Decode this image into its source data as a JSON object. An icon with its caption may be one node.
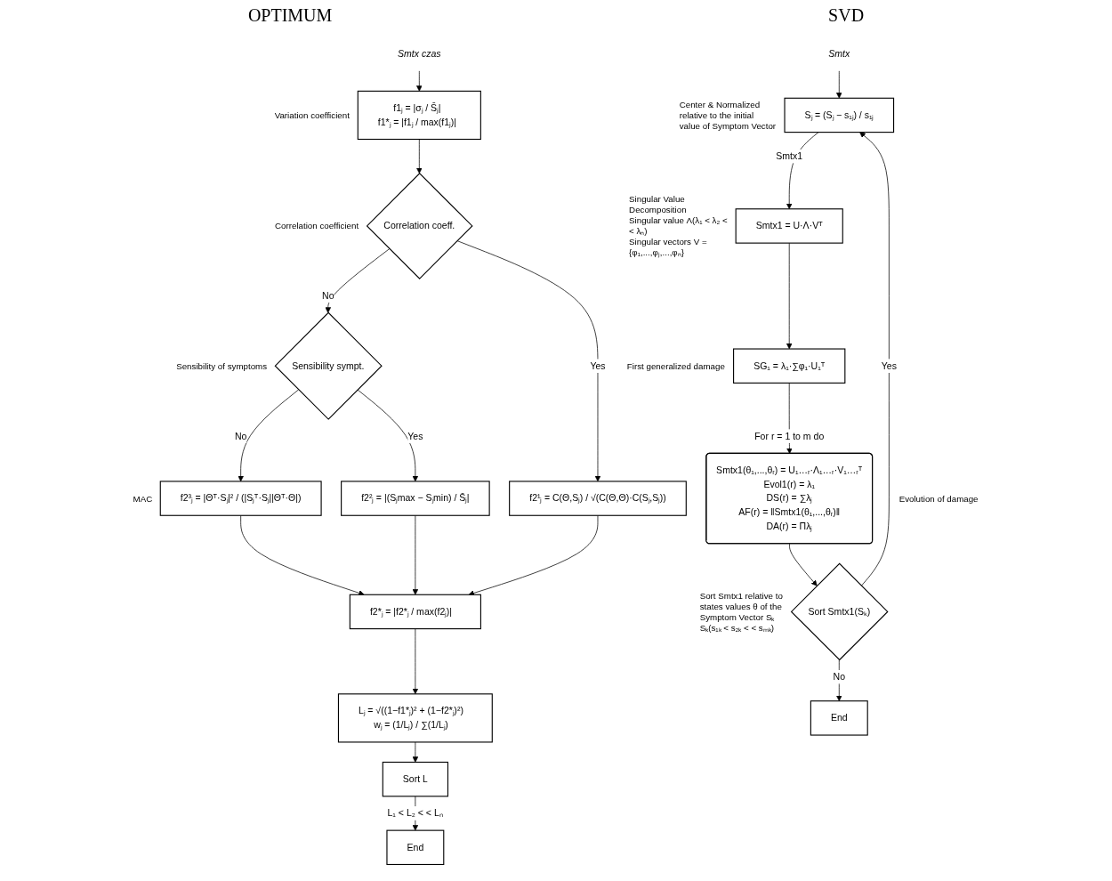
{
  "diagram": {
    "nodes": [
      {
        "text": [
          "Smtx czas"
        ]
      },
      {
        "text": [
          "f1ⱼ = |σⱼ / S̄ⱼ|",
          "f1*ⱼ = |f1ⱼ / max(f1ⱼ)|"
        ],
        "beside": [
          "Variation coefficient"
        ]
      },
      {
        "text": [
          "Correlation coeff."
        ],
        "beside": [
          "Correlation coefficient"
        ]
      },
      {
        "text": [
          "f2¹ⱼ = C(Θ,Sⱼ) / √(C(Θ,Θ)·C(Sⱼ,Sⱼ))"
        ]
      },
      {
        "text": [
          "Sensibility sympt."
        ],
        "beside": [
          "Sensibility of symptoms"
        ]
      },
      {
        "text": [
          "f2²ⱼ = |(Sⱼmax − Sⱼmin) / S̄ⱼ|"
        ]
      },
      {
        "text": [
          "f2³ⱼ = |Θᵀ·Sⱼ|² / (|Sⱼᵀ·Sⱼ||Θᵀ·Θ|)"
        ],
        "beside": [
          "MAC"
        ]
      },
      {
        "text": [
          "f2*ⱼ = |f2*ⱼ / max(f2ⱼ)|"
        ]
      },
      {
        "text": [
          "Lⱼ = √((1−f1*ⱼ)² + (1−f2*ⱼ)²)",
          "wⱼ = (1/Lⱼ) / ∑(1/Lⱼ)"
        ]
      },
      {
        "text": [
          "Sort L"
        ]
      },
      {
        "text": [
          "End"
        ]
      },
      {
        "text": [
          "Smtx"
        ]
      },
      {
        "text": [
          "Sⱼ = (Sⱼ − s₁ⱼ) / s₁ⱼ"
        ],
        "beside": [
          "Center & Normalized relative to the initial value of Symptom Vector"
        ]
      },
      {
        "text": [
          "Smtx1 = U·Λ·Vᵀ"
        ],
        "beside": [
          "Singular Value Decomposition",
          "Singular value Λ(λ₁ < λ₂ <  < λₙ)",
          "Singular vectors V = {φ₁,...,φⱼ,...,φₙ}"
        ]
      },
      {
        "text": [
          "SG₁ = λ₁·∑φ₁·U₁ᵀ"
        ],
        "beside": [
          "First generalized damage"
        ]
      },
      {
        "text": [
          "Smtx1(θ₁,...,θᵣ) = U₁…ᵣ·Λ₁…ᵣ·V₁…ᵣᵀ",
          "Evol1(r) = λ₁",
          "DS(r) = ∑λⱼ",
          "AF(r) = ‖Smtx1(θ₁,...,θᵣ)‖",
          "DA(r) = Πλⱼ"
        ],
        "beside": [
          "Evolution of damage"
        ]
      },
      {
        "text": [
          "Sort Smtx1(Sₖ)"
        ],
        "beside": [
          "Sort Smtx1 relative to states values θ of the Symptom Vector Sₖ",
          "Sₖ(s₁ₖ < s₂ₖ <  < sₘₖ)"
        ]
      },
      {
        "text": [
          "End"
        ]
      }
    ],
    "edges": [
      {
        "from": 0,
        "to": 1,
        "arrow": "to"
      },
      {
        "from": 1,
        "to": 2,
        "arrow": "to"
      },
      {
        "from": 2,
        "to": 3,
        "arrow": "to",
        "label": "Yes"
      },
      {
        "from": 2,
        "to": 4,
        "arrow": "to",
        "label": "No"
      },
      {
        "from": 4,
        "to": 5,
        "arrow": "to",
        "label": "Yes"
      },
      {
        "from": 4,
        "to": 6,
        "arrow": "to",
        "label": "No"
      },
      {
        "from": 6,
        "to": 7,
        "arrow": "to"
      },
      {
        "from": 5,
        "to": 7,
        "arrow": "to"
      },
      {
        "from": 3,
        "to": 7,
        "arrow": "to"
      },
      {
        "from": 7,
        "to": 8,
        "arrow": "to"
      },
      {
        "from": 8,
        "to": 9,
        "arrow": "to"
      },
      {
        "from": 9,
        "to": 10,
        "arrow": "to",
        "label": "L₁ < L₂ <  < Lₙ"
      },
      {
        "from": 11,
        "to": 12,
        "arrow": "to"
      },
      {
        "from": 12,
        "to": 13,
        "arrow": "to",
        "label": "Smtx1"
      },
      {
        "from": 13,
        "to": 14,
        "arrow": "to"
      },
      {
        "from": 14,
        "to": 15,
        "arrow": "to",
        "label": "For r = 1 to m do"
      },
      {
        "from": 15,
        "to": 16,
        "arrow": "to"
      },
      {
        "from": 16,
        "to": 12,
        "arrow": "to",
        "label": "Yes"
      },
      {
        "from": 16,
        "to": 17,
        "arrow": "to",
        "label": "No"
      }
    ],
    "labels": [
      "OPTIMUM",
      "SVD"
    ]
  }
}
